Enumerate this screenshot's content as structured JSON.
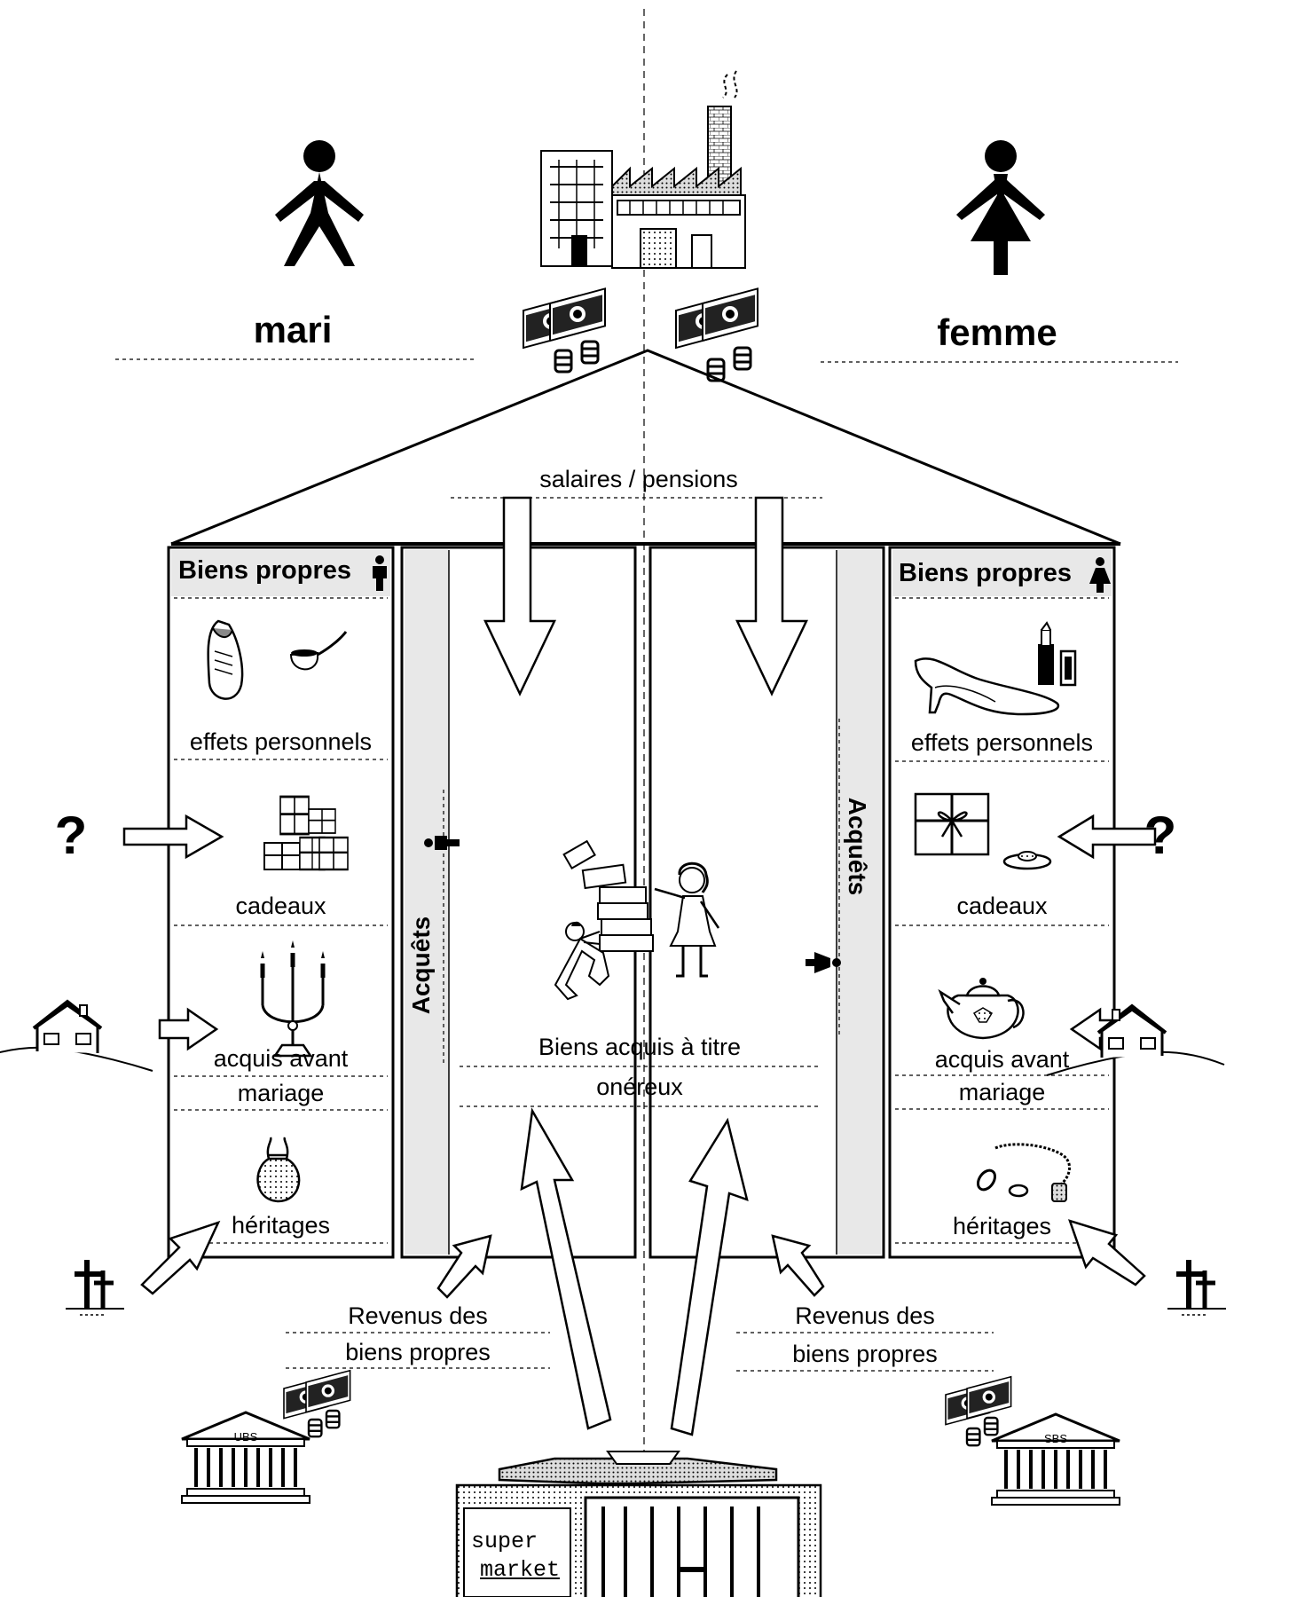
{
  "people": {
    "husband": "mari",
    "wife": "femme"
  },
  "income": {
    "salaries": "salaires / pensions"
  },
  "sides": {
    "left": {
      "header": "Biens propres",
      "items": [
        "effets personnels",
        "cadeaux",
        "acquis avant",
        "mariage",
        "héritages"
      ],
      "acquets": "Acquêts",
      "revenue": [
        "Revenus des",
        "biens propres"
      ],
      "bank": "UBS"
    },
    "right": {
      "header": "Biens propres",
      "items": [
        "effets personnels",
        "cadeaux",
        "acquis avant",
        "mariage",
        "héritages"
      ],
      "acquets": "Acquêts",
      "revenue": [
        "Revenus des",
        "biens propres"
      ],
      "bank": "SBS"
    }
  },
  "center": {
    "line1": "Biens acquis à titre",
    "line2": "onéreux"
  },
  "question_mark": "?",
  "supermarket": {
    "line1": "super",
    "line2": "market"
  },
  "icons": [
    "man-icon",
    "woman-icon",
    "factory-icon",
    "money-icon",
    "shoe-icon",
    "pipe-icon",
    "gift-icon",
    "candelabra-icon",
    "bag-icon",
    "high-heel-icon",
    "lipstick-icon",
    "ring-icon",
    "teapot-icon",
    "jewelry-icon",
    "house-icon",
    "grave-cross-icon",
    "bank-icon",
    "couple-carrying-boxes-icon",
    "supermarket-icon"
  ]
}
